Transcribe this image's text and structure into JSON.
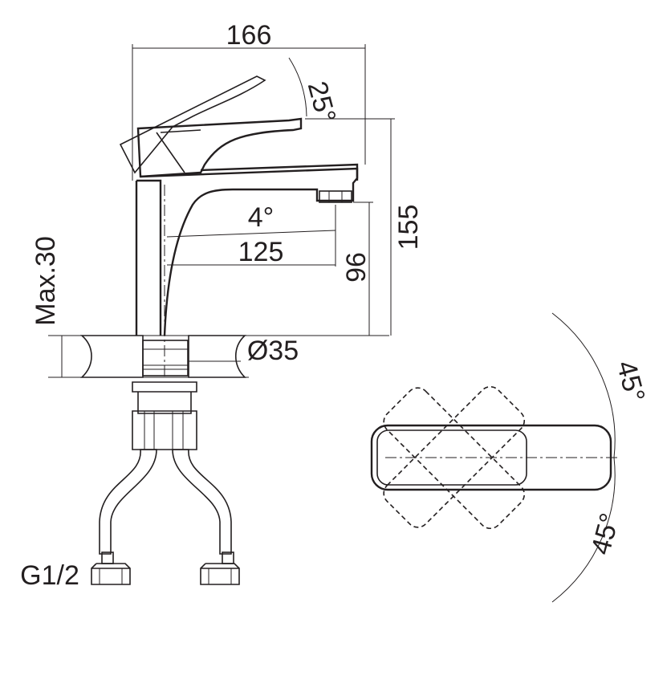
{
  "drawing": {
    "dimensions": {
      "overall_length": "166",
      "handle_angle": "25°",
      "height": "155",
      "spout_angle": "4°",
      "spout_reach": "125",
      "spout_height": "96",
      "max_deck": "Max.30",
      "hole_diameter": "Ø35",
      "thread": "G1/2",
      "rotation_left": "45°",
      "rotation_right": "45°"
    },
    "colors": {
      "line": "#231f20",
      "background": "#ffffff"
    }
  }
}
